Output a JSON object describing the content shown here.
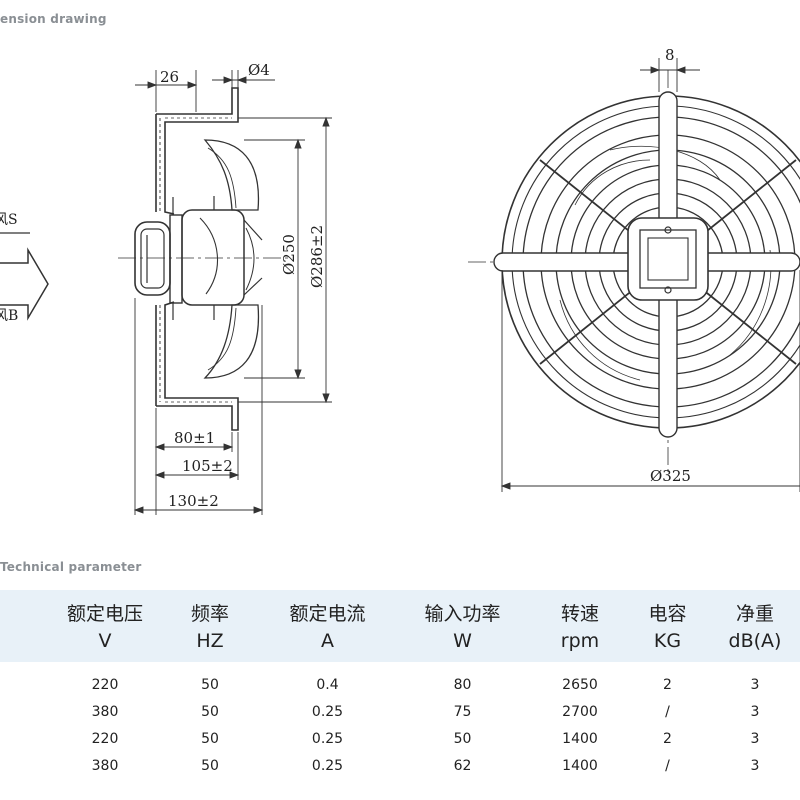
{
  "sections": {
    "drawing_title": "ension drawing",
    "param_title": "Technical parameter"
  },
  "drawing": {
    "labels": {
      "dim_26": "26",
      "dim_phi4": "Ø4",
      "dim_8": "8",
      "dim_phi250": "Ø250",
      "dim_phi286": "Ø286±2",
      "dim_80": "80±1",
      "dim_105": "105±2",
      "dim_130": "130±2",
      "dim_phi325": "Ø325",
      "airflow_s": "风S",
      "airflow_b": "风B"
    }
  },
  "table": {
    "headers": [
      {
        "zh": "额定电压",
        "en": "V"
      },
      {
        "zh": "频率",
        "en": "HZ"
      },
      {
        "zh": "额定电流",
        "en": "A"
      },
      {
        "zh": "输入功率",
        "en": "W"
      },
      {
        "zh": "转速",
        "en": "rpm"
      },
      {
        "zh": "电容",
        "en": "KG"
      },
      {
        "zh": "净重",
        "en": "dB(A)"
      }
    ],
    "rows": [
      [
        "220",
        "50",
        "0.4",
        "80",
        "2650",
        "2",
        "3"
      ],
      [
        "380",
        "50",
        "0.25",
        "75",
        "2700",
        "/",
        "3"
      ],
      [
        "220",
        "50",
        "0.25",
        "50",
        "1400",
        "2",
        "3"
      ],
      [
        "380",
        "50",
        "0.25",
        "62",
        "1400",
        "/",
        "3"
      ]
    ]
  }
}
